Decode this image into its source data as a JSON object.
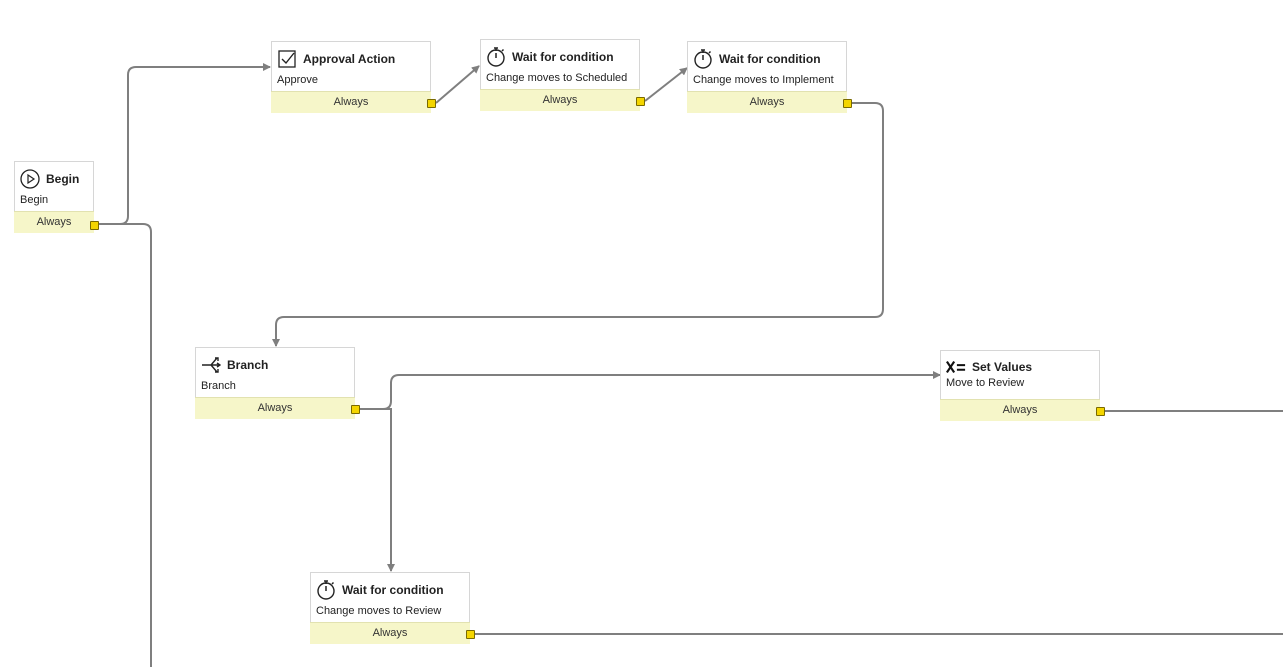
{
  "workflow": {
    "nodes": [
      {
        "id": "begin",
        "title": "Begin",
        "subtitle": "Begin",
        "footer": "Always",
        "icon": "play-circle-icon"
      },
      {
        "id": "approval",
        "title": "Approval Action",
        "subtitle": "Approve",
        "footer": "Always",
        "icon": "checkbox-icon"
      },
      {
        "id": "wait-scheduled",
        "title": "Wait for condition",
        "subtitle": "Change moves to Scheduled",
        "footer": "Always",
        "icon": "stopwatch-icon"
      },
      {
        "id": "wait-implement",
        "title": "Wait for condition",
        "subtitle": "Change moves to Implement",
        "footer": "Always",
        "icon": "stopwatch-icon"
      },
      {
        "id": "branch",
        "title": "Branch",
        "subtitle": "Branch",
        "footer": "Always",
        "icon": "branch-icon"
      },
      {
        "id": "set-values",
        "title": "Set Values",
        "subtitle": "Move to Review",
        "footer": "Always",
        "icon": "set-values-icon"
      },
      {
        "id": "wait-review",
        "title": "Wait for condition",
        "subtitle": "Change moves to Review",
        "footer": "Always",
        "icon": "stopwatch-icon"
      }
    ],
    "colors": {
      "footer_bg": "#f6f6c9",
      "port": "#f4d500",
      "wire": "#7f7f7f"
    }
  }
}
